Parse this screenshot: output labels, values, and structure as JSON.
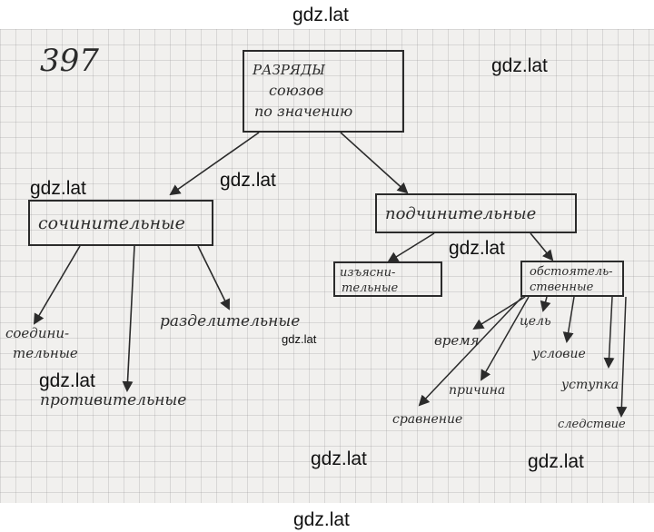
{
  "exercise_number": "397",
  "root": {
    "lines": [
      "РАЗРЯДЫ",
      "союзов",
      "по значению"
    ]
  },
  "coordinating": {
    "label": "сочинительные",
    "children": [
      "соедини-",
      "тельные",
      "противительные",
      "разделительные"
    ]
  },
  "subordinating": {
    "label": "подчинительные",
    "explanatory": {
      "lines": [
        "изъясни-",
        "тельные"
      ]
    },
    "adverbial": {
      "lines": [
        "обстоятель-",
        "ственные"
      ],
      "children": [
        "время",
        "цель",
        "условие",
        "причина",
        "уступка",
        "сравнение",
        "следствие"
      ]
    }
  },
  "watermark": "gdz.lat",
  "colors": {
    "ink": "#2b2b2b",
    "paper": "#f1f0ee",
    "grid": "#969696"
  }
}
